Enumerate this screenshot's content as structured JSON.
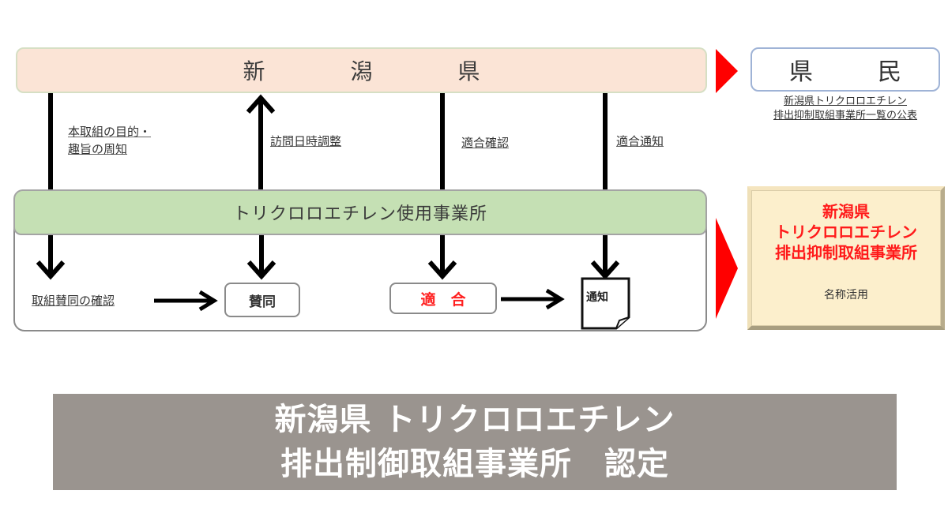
{
  "prefecture": {
    "label": "新　潟　県"
  },
  "citizens": {
    "label": "県　民",
    "note_lines": [
      "新潟県トリクロロエチレン",
      "排出抑制取組事業所一覧の公表"
    ]
  },
  "business": {
    "label": "トリクロロエチレン使用事業所"
  },
  "flows": {
    "purpose_notice": [
      "本取組の目的・",
      "趣旨の周知"
    ],
    "visit_schedule": "訪問日時調整",
    "compliance_check": "適合確認",
    "compliance_notice": "適合通知"
  },
  "steps": {
    "confirm_agreement": "取組賛同の確認",
    "agreement": "賛同",
    "compliant": "適　合",
    "notice_doc": "通知"
  },
  "certificate": {
    "title_lines": [
      "新潟県",
      "トリクロロエチレン",
      "排出抑制取組事業所"
    ],
    "usage": "名称活用"
  },
  "banner": {
    "lines": [
      "新潟県 トリクロロエチレン",
      "排出制御取組事業所　認定"
    ]
  },
  "colors": {
    "prefecture_fill": "#fbe4d6",
    "business_fill": "#c5e0b4",
    "accent_red": "#ff0000",
    "certificate_fill": "#fcefcc",
    "banner_fill": "#9a948f"
  }
}
